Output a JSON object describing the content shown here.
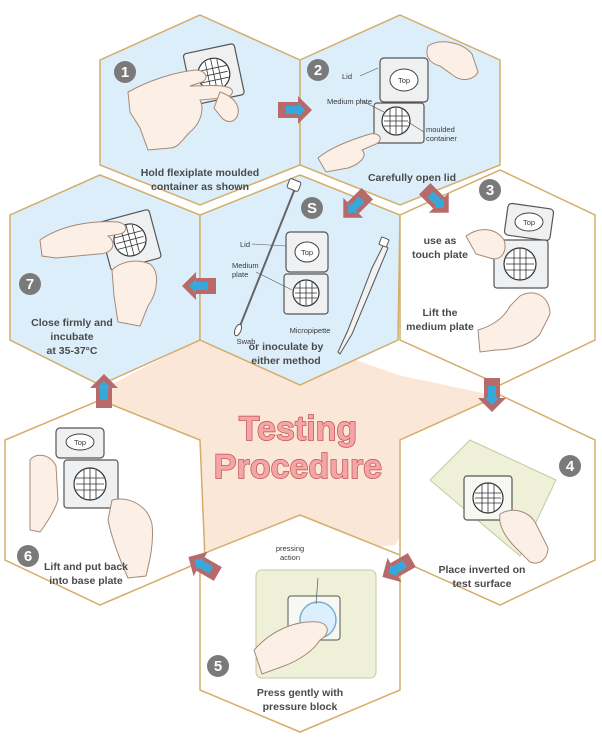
{
  "title": {
    "line1": "Testing",
    "line2": "Procedure"
  },
  "steps": {
    "s1": {
      "number": "1",
      "caption1": "Hold flexiplate moulded",
      "caption2": "container as shown"
    },
    "s2": {
      "number": "2",
      "caption": "Carefully open lid",
      "label_lid": "Lid",
      "label_medium": "Medium plate",
      "label_moulded1": "moulded",
      "label_moulded2": "container",
      "lid_text": "Top"
    },
    "s3": {
      "number": "3",
      "caption1": "use as",
      "caption2": "touch plate",
      "caption3": "Lift the",
      "caption4": "medium plate",
      "lid_text": "Top"
    },
    "s4": {
      "number": "4",
      "caption1": "Place inverted on",
      "caption2": "test surface"
    },
    "s5": {
      "number": "5",
      "caption1": "Press gently with",
      "caption2": "pressure block",
      "label_pressing1": "pressing",
      "label_pressing2": "action"
    },
    "s6": {
      "number": "6",
      "caption1": "Lift and put back",
      "caption2": "into base plate",
      "lid_text": "Top"
    },
    "s7": {
      "number": "7",
      "caption1": "Close firmly and",
      "caption2": "incubate",
      "caption3": "at 35-37°C"
    },
    "sS": {
      "number": "S",
      "caption1": "or inoculate by",
      "caption2": "either method",
      "label_lid": "Lid",
      "label_medium1": "Medium",
      "label_medium2": "plate",
      "label_swab": "Swab",
      "label_micropipette": "Micropipette",
      "lid_text": "Top"
    }
  },
  "colors": {
    "hex_blue": "#dceefa",
    "hex_white": "#ffffff",
    "hex_border": "#d4ad6a",
    "center_fill": "#fbe7d8",
    "arrow_fill": "#b86a6a",
    "arrow_tip": "#36a9dc",
    "badge": "#7a7a7a",
    "skin": "#fbefe6",
    "skin_stroke": "#a58a78"
  }
}
